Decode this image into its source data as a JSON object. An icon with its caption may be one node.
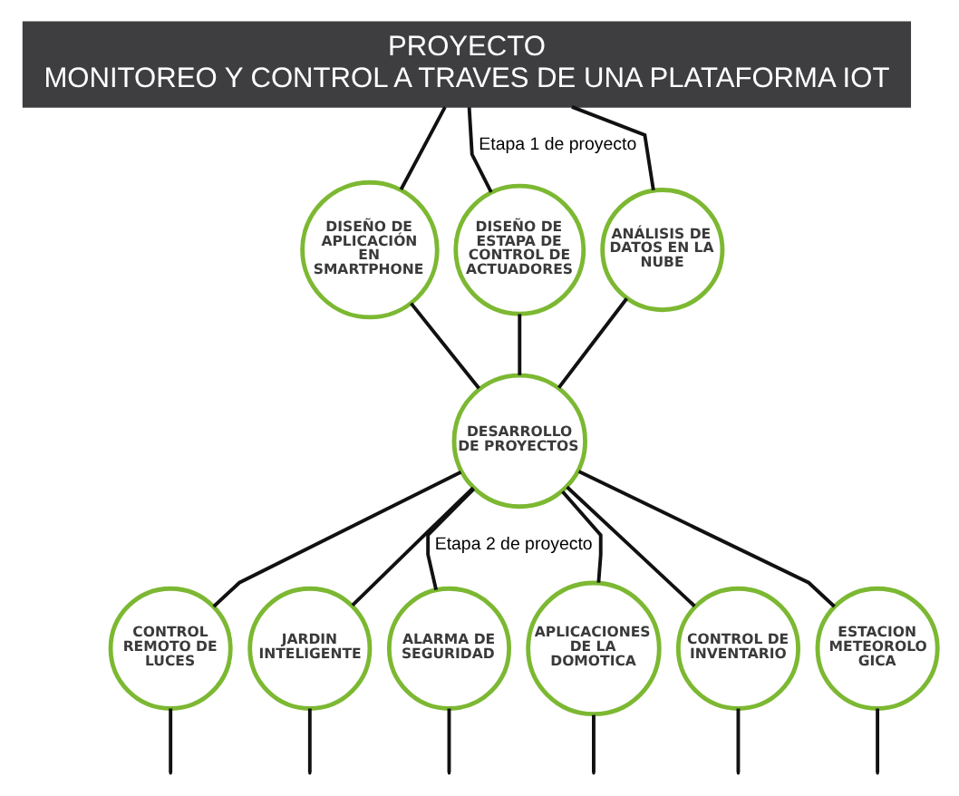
{
  "diagram": {
    "nodes": [
      {
        "text": [
          "PROYECTO",
          "MONITOREO Y CONTROL A TRAVES DE UNA PLATAFORMA IOT"
        ]
      },
      {
        "text": [
          "DISEÑO DE APLICACIÓN EN SMARTPHONE"
        ]
      },
      {
        "text": [
          "DISEÑO DE ESTAPA DE CONTROL DE ACTUADORES"
        ]
      },
      {
        "text": [
          "ANÁLISIS DE DATOS EN LA NUBE"
        ]
      },
      {
        "text": [
          "DESARROLLO DE PROYECTOS"
        ]
      },
      {
        "text": [
          "CONTROL REMOTO DE LUCES"
        ]
      },
      {
        "text": [
          "JARDIN INTELIGENTE"
        ]
      },
      {
        "text": [
          "ALARMA DE SEGURIDAD"
        ]
      },
      {
        "text": [
          "APLICACIONES DE LA DOMOTICA"
        ]
      },
      {
        "text": [
          "CONTROL DE INVENTARIO"
        ]
      },
      {
        "text": [
          "ESTACION METEOROLO GICA"
        ]
      }
    ],
    "edges": [
      {
        "from": 0,
        "to": 1,
        "arrow": "none"
      },
      {
        "from": 0,
        "to": 2,
        "arrow": "none",
        "label": "Etapa 1 de proyecto"
      },
      {
        "from": 0,
        "to": 3,
        "arrow": "none"
      },
      {
        "from": 1,
        "to": 4,
        "arrow": "none"
      },
      {
        "from": 2,
        "to": 4,
        "arrow": "none"
      },
      {
        "from": 3,
        "to": 4,
        "arrow": "none"
      },
      {
        "from": 4,
        "to": 5,
        "arrow": "none"
      },
      {
        "from": 4,
        "to": 6,
        "arrow": "none"
      },
      {
        "from": 4,
        "to": 7,
        "arrow": "none",
        "label": "Etapa 2 de proyecto"
      },
      {
        "from": 4,
        "to": 8,
        "arrow": "none"
      },
      {
        "from": 4,
        "to": 9,
        "arrow": "none"
      },
      {
        "from": 4,
        "to": 10,
        "arrow": "none"
      },
      {
        "from": 5,
        "to": null,
        "arrow": "none"
      },
      {
        "from": 6,
        "to": null,
        "arrow": "none"
      },
      {
        "from": 7,
        "to": null,
        "arrow": "none"
      },
      {
        "from": 8,
        "to": null,
        "arrow": "none"
      },
      {
        "from": 9,
        "to": null,
        "arrow": "none"
      },
      {
        "from": 10,
        "to": null,
        "arrow": "none"
      }
    ]
  }
}
